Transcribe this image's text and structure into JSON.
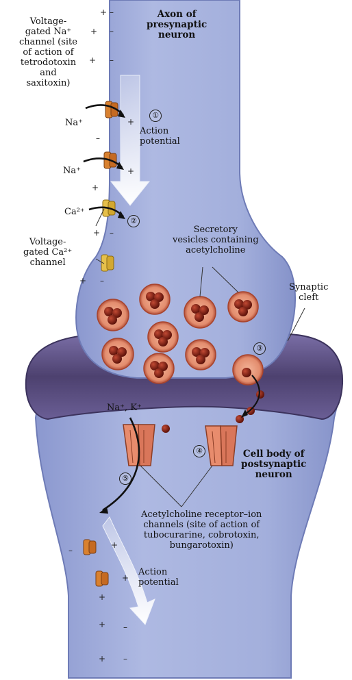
{
  "labels": {
    "presynaptic_title": "Axon of\npresynaptic\nneuron",
    "na_channel": "Voltage-\ngated Na⁺\nchannel (site\nof action of\ntetrodotoxin\nand\nsaxitoxin)",
    "na_ion_1": "Na⁺",
    "na_ion_2": "Na⁺",
    "ca_ion": "Ca²⁺",
    "ca_channel": "Voltage-\ngated Ca²⁺\nchannel",
    "action_potential_top": "Action\npotential",
    "secretory_vesicles": "Secretory\nvesicles containing\nacetylcholine",
    "synaptic_cleft": "Synaptic\ncleft",
    "na_k_ions": "Na⁺, K⁺",
    "postsynaptic_title": "Cell body of\npostsynaptic\nneuron",
    "ach_receptor": "Acetylcholine receptor–ion\nchannels (site of action of\ntubocurarine, cobrotoxin,\nbungarotoxin)",
    "action_potential_bottom": "Action\npotential"
  },
  "steps": [
    "①",
    "②",
    "③",
    "④",
    "⑤"
  ],
  "charges": {
    "plus": "+",
    "minus": "–"
  },
  "colors": {
    "neuron_fill": "#a3b0dc",
    "neuron_edge": "#7e8cc2",
    "cleft_purple": "#5c4f86",
    "vesicle_outer": "#e9a184",
    "vesicle_inner": "#8e2515",
    "channel_orange": "#d9812f",
    "ca_channel_yellow": "#e6c04a",
    "receptor_salmon": "#e88c6d"
  }
}
